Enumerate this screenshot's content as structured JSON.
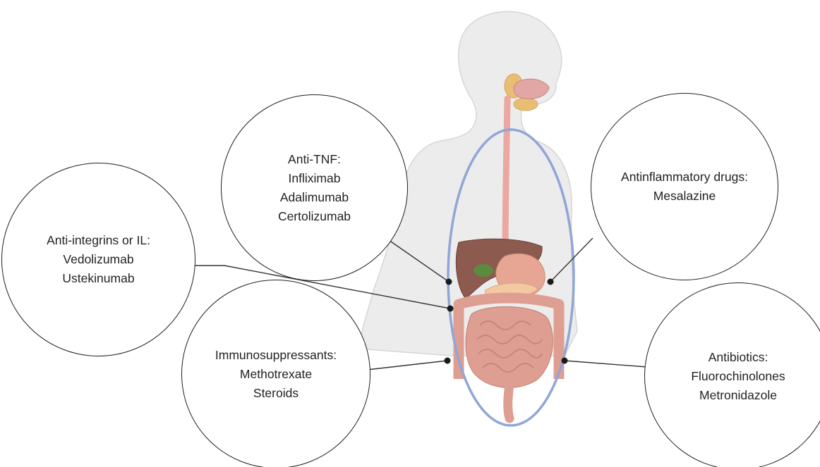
{
  "colors": {
    "outline": "#1f1f1f",
    "ellipse": "#8fa6d6",
    "body_fill": "#ececec",
    "body_stroke": "#d6d6d6",
    "liver": "#8c5a4e",
    "stomach": "#e7a593",
    "intestine": "#df9e92",
    "pancreas": "#f3c9a2",
    "gallbladder": "#5c8a3e",
    "salivary": "#e9be73"
  },
  "icons": {
    "figure": "human-silhouette",
    "organs": "digestive-tract"
  },
  "bubbles": {
    "anti_tnf": {
      "heading": "Anti-TNF:",
      "items": [
        "Infliximab",
        "Adalimumab",
        "Certolizumab"
      ]
    },
    "anti_integrins": {
      "heading": "Anti-integrins or IL:",
      "items": [
        "Vedolizumab",
        "Ustekinumab"
      ]
    },
    "immunosuppressants": {
      "heading": "Immunosuppressants:",
      "items": [
        "Methotrexate",
        "Steroids"
      ]
    },
    "antinflammatory": {
      "heading": "Antinflammatory drugs:",
      "items": [
        "Mesalazine"
      ]
    },
    "antibiotics": {
      "heading": "Antibiotics:",
      "items": [
        "Fluorochinolones",
        "Metronidazole"
      ]
    }
  }
}
